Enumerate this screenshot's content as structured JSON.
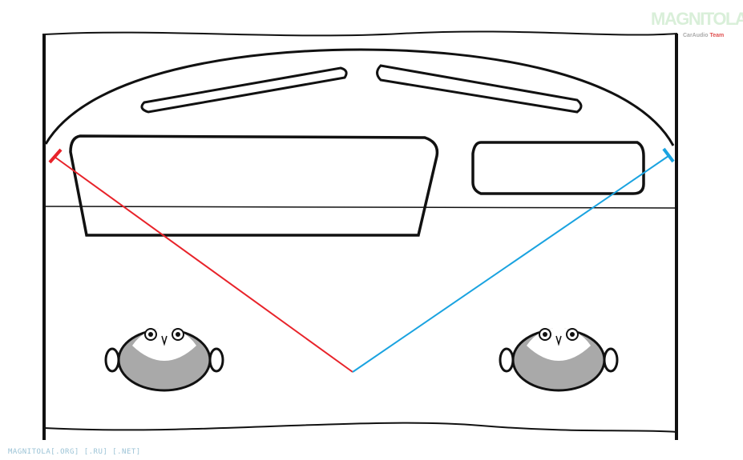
{
  "logo": {
    "brand": "MAGNITOLA",
    "tagline_part1": "CarAudio",
    "tagline_part2": "Team"
  },
  "footer": {
    "text": "MAGNITOLA[.ORG] [.RU] [.NET]"
  },
  "colors": {
    "left_path": "#e8232a",
    "right_path": "#1aa3e0",
    "outline": "#111111",
    "head_fill": "#a9a9a9"
  }
}
